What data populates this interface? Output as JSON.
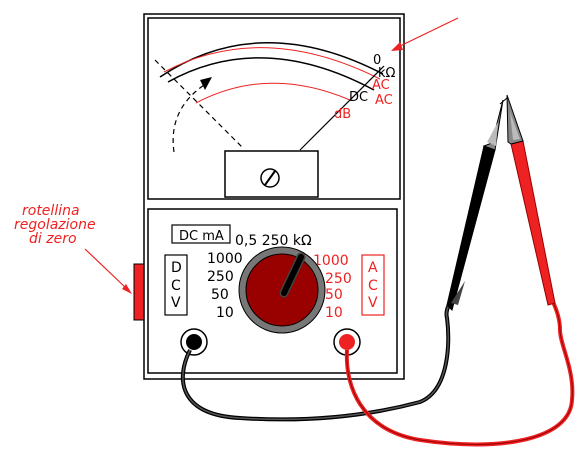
{
  "annotations": {
    "zero_adjust_line1": "rotellina",
    "zero_adjust_line2": "regolazione",
    "zero_adjust_line3": "di zero"
  },
  "dial_face": {
    "zero": "0",
    "kohm": "kΩ",
    "ac_1": "AC",
    "ac_2": "AC",
    "dc": "DC",
    "db": "dB"
  },
  "selector": {
    "dc_ma": "DC mA",
    "ohm_ranges": "0,5 250 kΩ",
    "dcv": {
      "d": "D",
      "c": "C",
      "v": "V",
      "ranges": [
        "1000",
        "250",
        "50",
        "10"
      ]
    },
    "acv": {
      "a": "A",
      "c": "C",
      "v": "V",
      "ranges": [
        "1000",
        "250",
        "50",
        "10"
      ]
    }
  },
  "colors": {
    "red": "#ee2222",
    "dark_red": "#990000",
    "black": "#000000",
    "gray": "#777777"
  }
}
